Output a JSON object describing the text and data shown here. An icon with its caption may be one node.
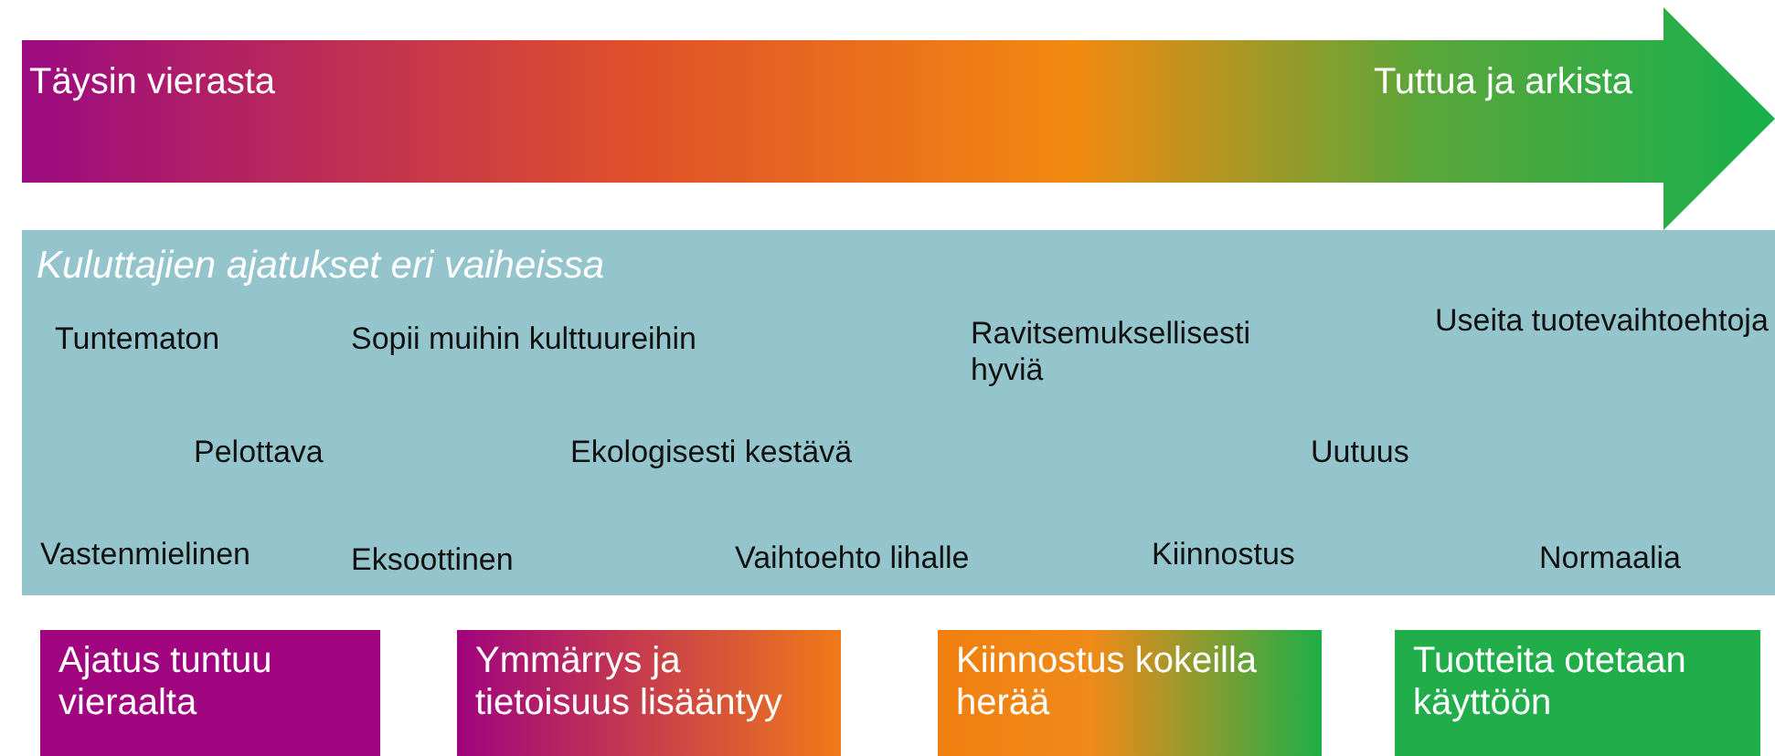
{
  "diagram": {
    "nodes": [
      {
        "text": [
          "Täysin vierasta",
          "Tuttua ja arkista"
        ]
      },
      {
        "text": [
          "Kuluttajien ajatukset eri vaiheissa"
        ]
      },
      {
        "text": [
          "Ajatus tuntuu vieraalta"
        ]
      },
      {
        "text": [
          "Ymmärrys ja tietoisuus lisääntyy"
        ]
      },
      {
        "text": [
          "Kiinnostus kokeilla herää"
        ]
      },
      {
        "text": [
          "Tuotteita otetaan käyttöön"
        ]
      }
    ],
    "labels": [
      "Tuntematon",
      "Sopii muihin kulttuureihin",
      "Ravitsemuksellisesti hyviä",
      "Useita tuotevaihtoehtoja",
      "Pelottava",
      "Ekologisesti kestävä",
      "Uutuus",
      "Vastenmielinen",
      "Eksoottinen",
      "Vaihtoehto lihalle",
      "Kiinnostus",
      "Normaalia"
    ]
  }
}
